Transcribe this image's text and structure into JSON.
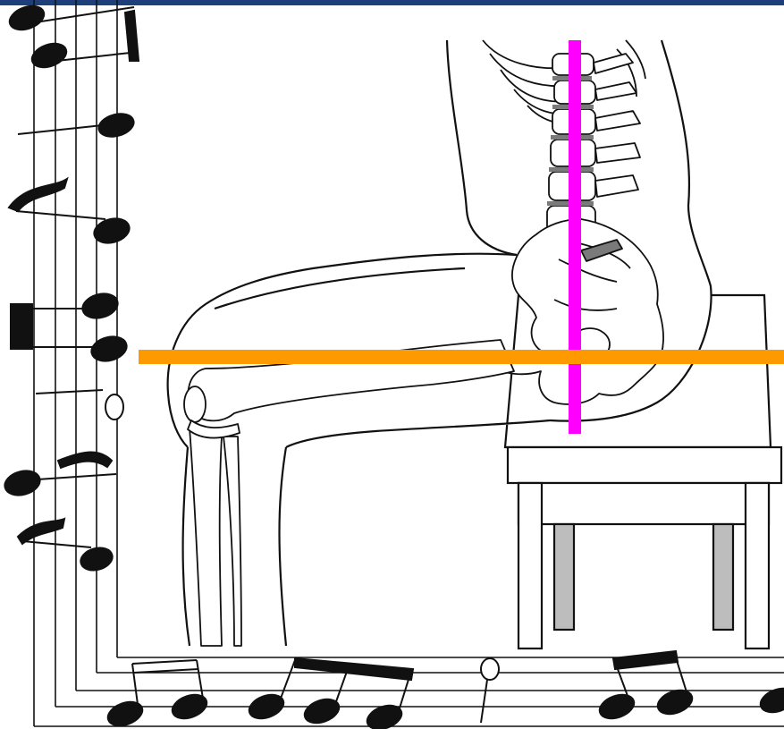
{
  "colors": {
    "top_bar": "#1f3f7a",
    "ink": "#111111",
    "vertical_line": "#ff00ff",
    "horizontal_line": "#ff9900",
    "bench_leg_fill": "#bdbdbd",
    "spine_shade": "#7a7a7a"
  },
  "lines": [
    {
      "id": "vertical-alignment-line",
      "orientation": "vertical",
      "color": "#ff00ff"
    },
    {
      "id": "horizontal-alignment-line",
      "orientation": "horizontal",
      "color": "#ff9900"
    }
  ]
}
